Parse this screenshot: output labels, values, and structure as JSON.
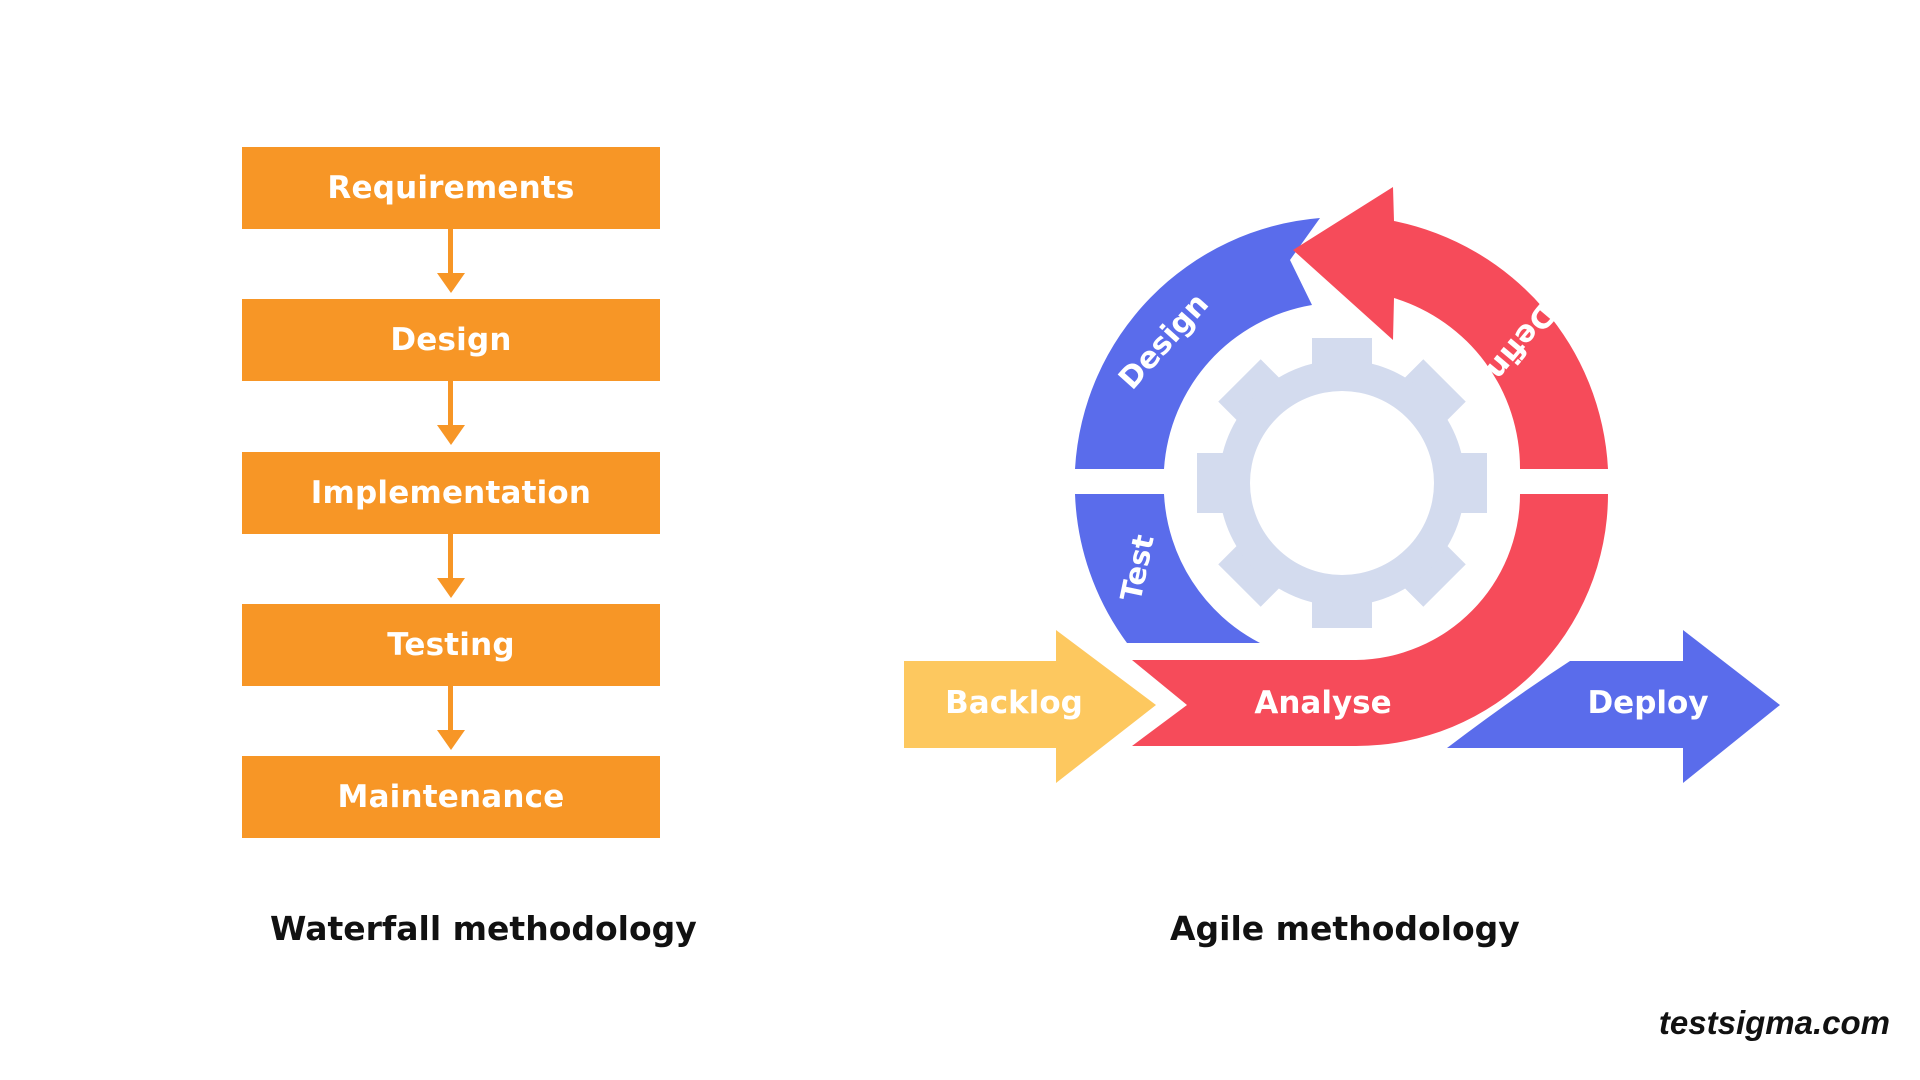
{
  "waterfall": {
    "steps": [
      "Requirements",
      "Design",
      "Implementation",
      "Testing",
      "Maintenance"
    ],
    "caption": "Waterfall methodology",
    "color": "#F79626"
  },
  "agile": {
    "caption": "Agile methodology",
    "labels": {
      "design": "Design",
      "define": "Define",
      "test": "Test",
      "analyse": "Analyse",
      "backlog": "Backlog",
      "deploy": "Deploy"
    },
    "colors": {
      "blue": "#5A6CEB",
      "red": "#F64B5A",
      "yellow": "#FDC85F",
      "gear": "#D3DBEE"
    }
  },
  "watermark": "testsigma.com"
}
